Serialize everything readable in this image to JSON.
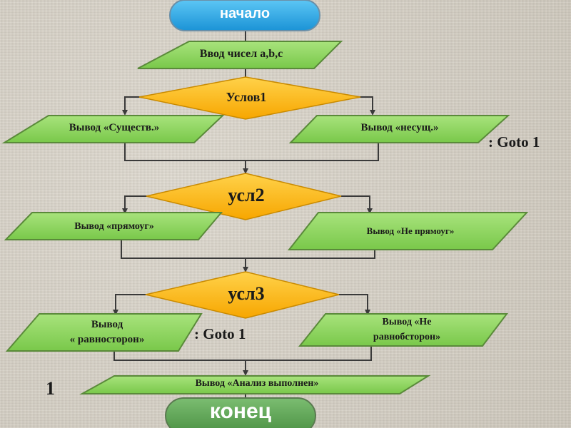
{
  "start": "начало",
  "input": "Ввод чисел a,b,c",
  "cond1": {
    "label": "Услов1",
    "left_output": "Вывод «Существ.»",
    "right_output": "Вывод «несущ.»",
    "goto_note": ": Goto 1"
  },
  "cond2": {
    "label": "усл2",
    "left_output": "Вывод «прямоуг»",
    "right_output": "Вывод «Не прямоуг»"
  },
  "cond3": {
    "label": "усл3",
    "left_output_line1": "Вывод",
    "left_output_line2": "« равносторон»",
    "right_output_line1": "Вывод «Не",
    "right_output_line2": "равнобсторон»",
    "goto_note": ": Goto 1"
  },
  "final_output": "Вывод «Анализ выполнен»",
  "label_marker": "1",
  "end": "конец",
  "colors": {
    "terminator_start": "#1fa5e8",
    "terminator_end": "#5fa556",
    "parallelogram": "#8dd65a",
    "decision": "#ffb400",
    "connector": "#3a3a3a"
  }
}
